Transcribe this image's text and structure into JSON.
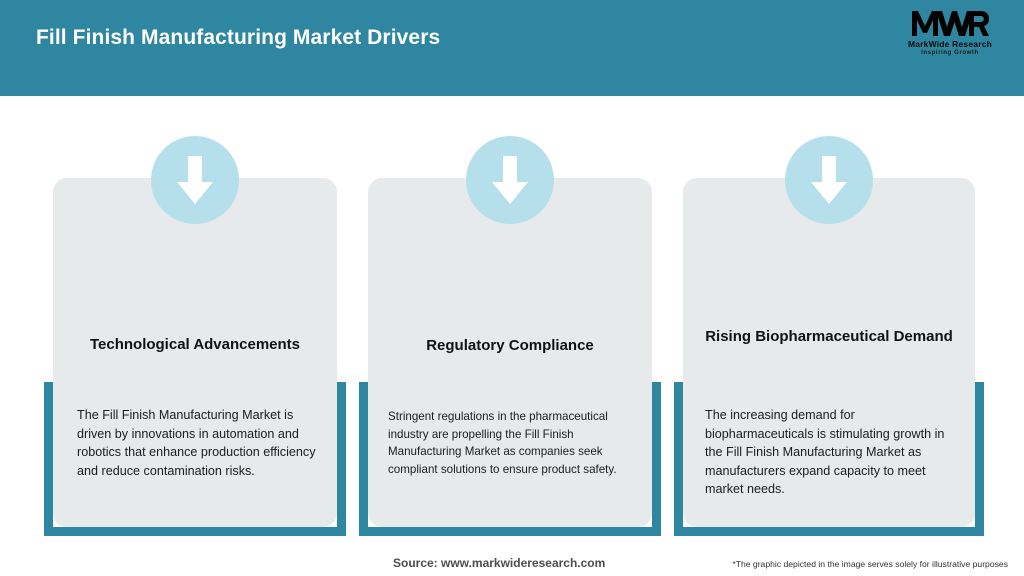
{
  "header": {
    "title": "Fill Finish Manufacturing Market Drivers",
    "background_color": "#2e86a0",
    "title_color": "#ffffff",
    "logo": {
      "mark_text": "MWR",
      "name": "MarkWide Research",
      "tagline": "Inspiring Growth"
    }
  },
  "theme": {
    "teal": "#2e86a0",
    "card_gray": "#e6eaeb",
    "bubble_blue": "#b4dfeb",
    "arrow_white": "#ffffff",
    "page_background": "#ffffff"
  },
  "cards": [
    {
      "icon": "down-arrow-icon",
      "title": "Technological Advancements",
      "body": "The Fill Finish Manufacturing Market is driven by innovations in automation and robotics that enhance production efficiency and reduce contamination risks."
    },
    {
      "icon": "down-arrow-icon",
      "title": "Regulatory Compliance",
      "body": "Stringent regulations in the pharmaceutical industry are propelling the Fill Finish Manufacturing Market as companies seek compliant solutions to ensure product safety."
    },
    {
      "icon": "down-arrow-icon",
      "title": "Rising Biopharmaceutical Demand",
      "body": "The increasing demand for biopharmaceuticals is stimulating growth in the Fill Finish Manufacturing Market as manufacturers expand capacity to meet market needs."
    }
  ],
  "footer": {
    "source": "Source: www.markwideresearch.com",
    "disclaimer": "*The graphic depicted in the image serves solely for illustrative purposes"
  }
}
